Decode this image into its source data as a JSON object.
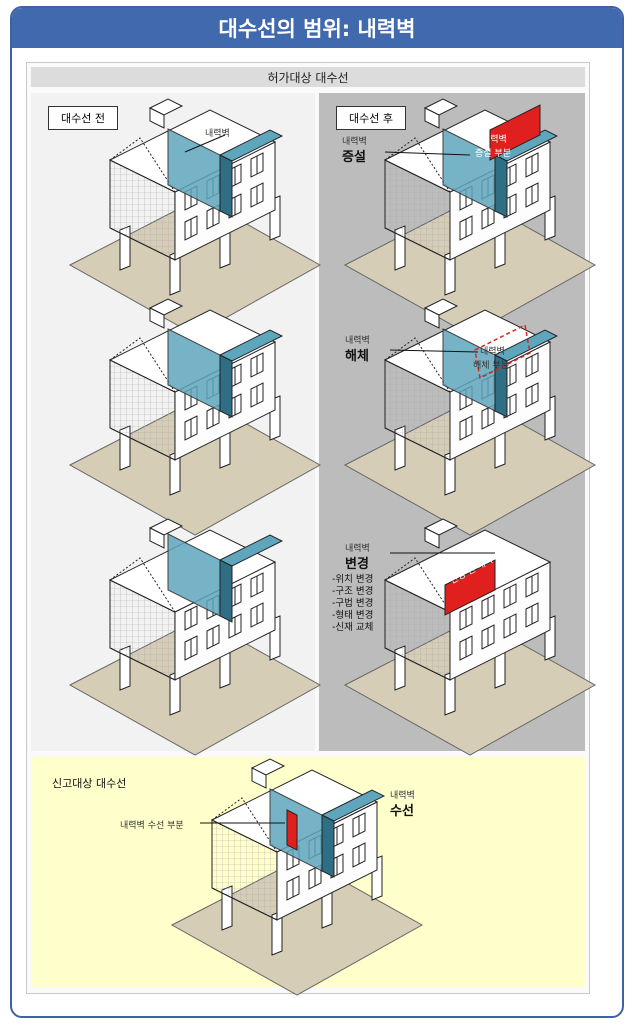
{
  "header": {
    "title": "대수선의 범위: 내력벽"
  },
  "permit": {
    "title": "허가대상 대수선"
  },
  "before": {
    "tag": "대수선 전",
    "wall_label": "내력벽"
  },
  "after": {
    "tag": "대수선 후",
    "add": {
      "small": "내력벽",
      "big": "증설",
      "wall_text_1": "내력벽",
      "wall_text_2": "증설 부분"
    },
    "remove": {
      "small": "내력벽",
      "big": "해체",
      "wall_text_1": "내력벽",
      "wall_text_2": "해체 부분"
    },
    "change": {
      "small": "내력벽",
      "big": "변경",
      "wall_text": "변경 된 내력벽",
      "list": [
        "-위치 변경",
        "-구조 변경",
        "-구법 변경",
        "-형태 변경",
        "-신재 교체"
      ]
    }
  },
  "report": {
    "title": "신고대상 대수선",
    "part_label": "내력벽 수선 부분",
    "small": "내력벽",
    "big": "수선"
  },
  "colors": {
    "header": "#4169ae",
    "wall": "#5fa6bd",
    "wall_dark": "#2f6f86",
    "red": "#e0201f",
    "ground": "#d6cdb7",
    "report_bg": "#ffffcc"
  }
}
